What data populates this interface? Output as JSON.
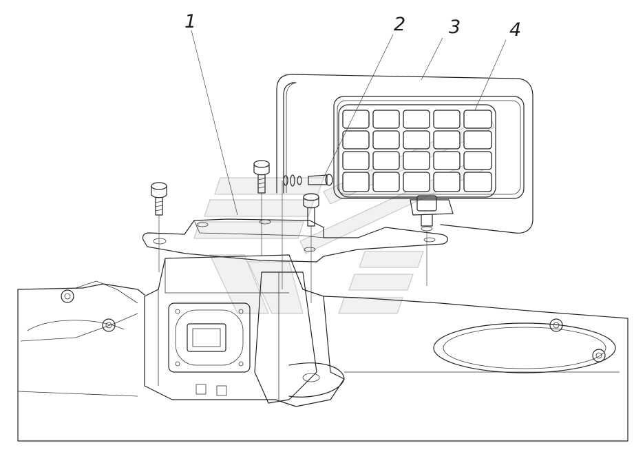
{
  "callouts": [
    {
      "id": "1",
      "label": "1"
    },
    {
      "id": "2",
      "label": "2"
    },
    {
      "id": "3",
      "label": "3"
    },
    {
      "id": "4",
      "label": "4"
    }
  ],
  "icons": {
    "watermark": "stylized-e-logo-icon",
    "lamp": "work-lamp-icon",
    "bolt": "bolt-icon"
  },
  "colors": {
    "line": "#222222",
    "watermark": "#c9c9c9",
    "background": "#ffffff"
  }
}
